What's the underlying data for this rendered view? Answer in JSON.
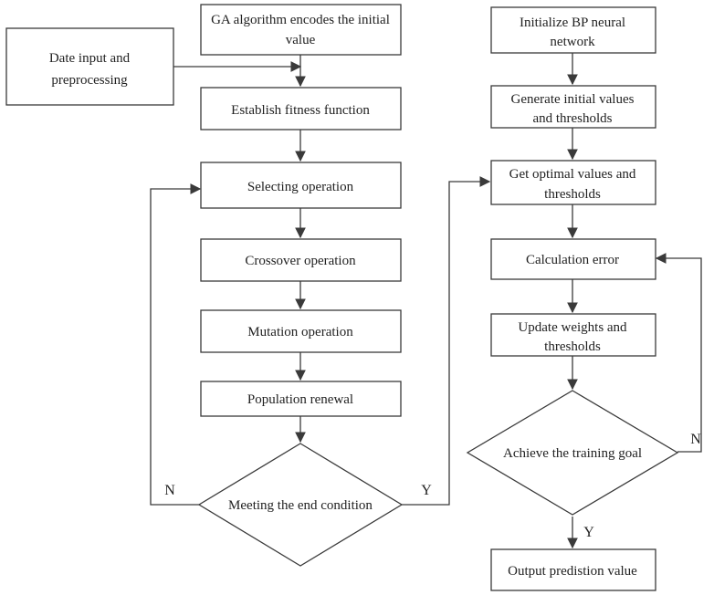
{
  "nodes": {
    "input": [
      "Date input and",
      "preprocessing"
    ],
    "ga_encode": [
      "GA algorithm encodes the initial",
      "value"
    ],
    "fitness": [
      "Establish fitness function"
    ],
    "selecting": [
      "Selecting operation"
    ],
    "crossover": [
      "Crossover operation"
    ],
    "mutation": [
      "Mutation operation"
    ],
    "renewal": [
      "Population renewal"
    ],
    "end_condition": [
      "Meeting the end condition"
    ],
    "init_bp": [
      "Initialize BP neural",
      "network"
    ],
    "gen_init": [
      "Generate initial values",
      "and thresholds"
    ],
    "get_optimal": [
      "Get optimal values and",
      "thresholds"
    ],
    "calc_error": [
      "Calculation error"
    ],
    "update": [
      "Update weights and",
      "thresholds"
    ],
    "training_goal": [
      "Achieve the training goal"
    ],
    "output": [
      "Output predistion value"
    ]
  },
  "edge_labels": {
    "end_no": "N",
    "end_yes": "Y",
    "goal_no": "N",
    "goal_yes": "Y"
  }
}
